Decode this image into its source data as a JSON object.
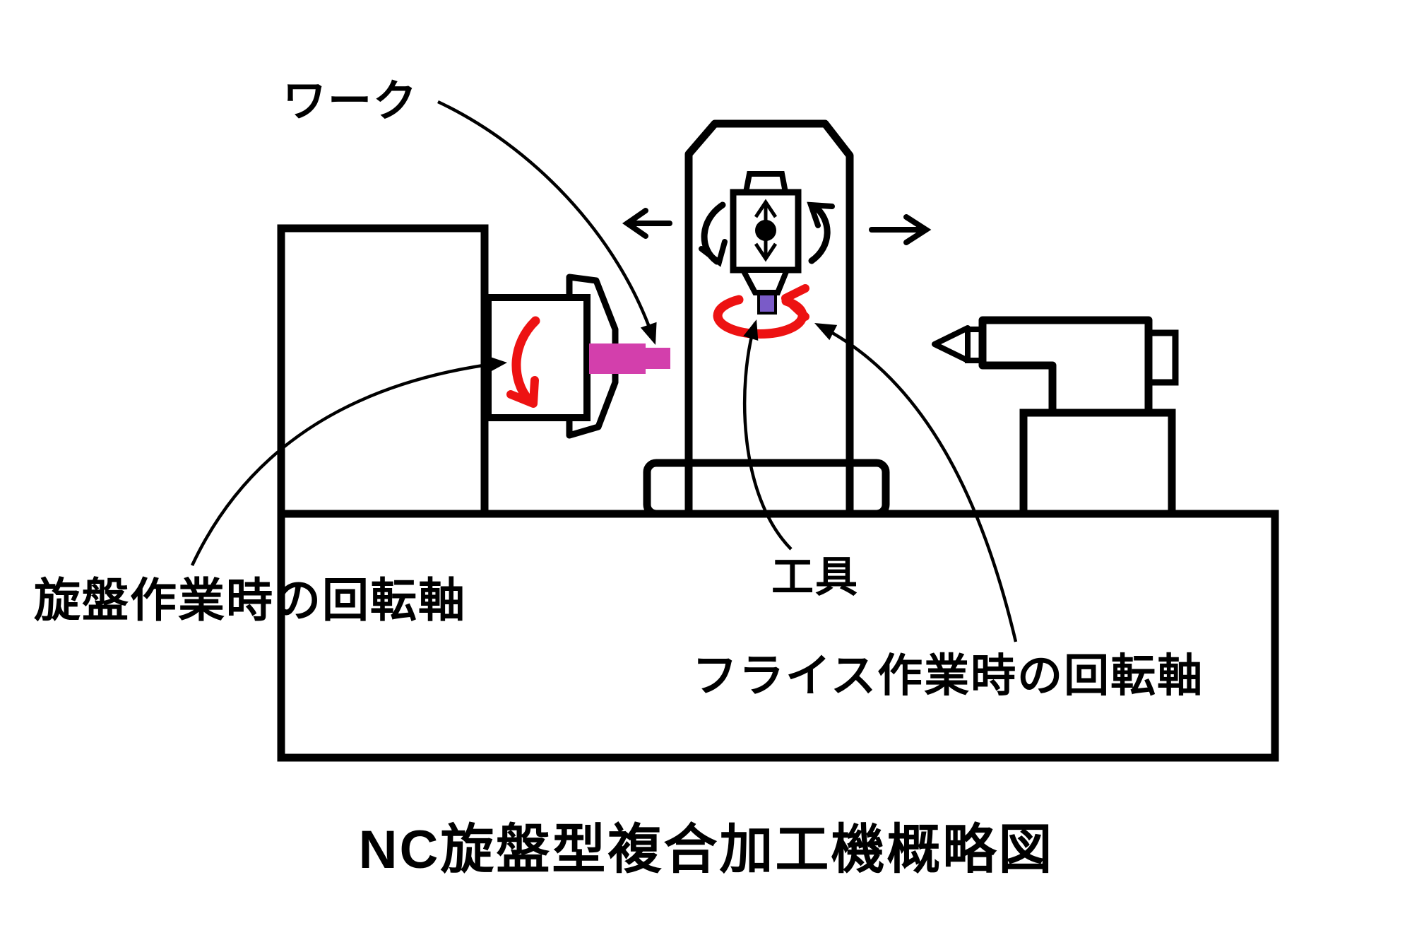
{
  "diagram": {
    "title": "NC旋盤型複合加工機概略図",
    "labels": {
      "workpiece": "ワーク",
      "lathe_rotation_axis": "旋盤作業時の回転軸",
      "tool": "工具",
      "milling_rotation_axis": "フライス作業時の回転軸"
    },
    "colors": {
      "outline": "#000000",
      "rotation_arrow": "#ED1212",
      "workpiece_fill": "#D33FAC",
      "tool_fill": "#7A5BC8",
      "background": "#FFFFFF"
    }
  }
}
